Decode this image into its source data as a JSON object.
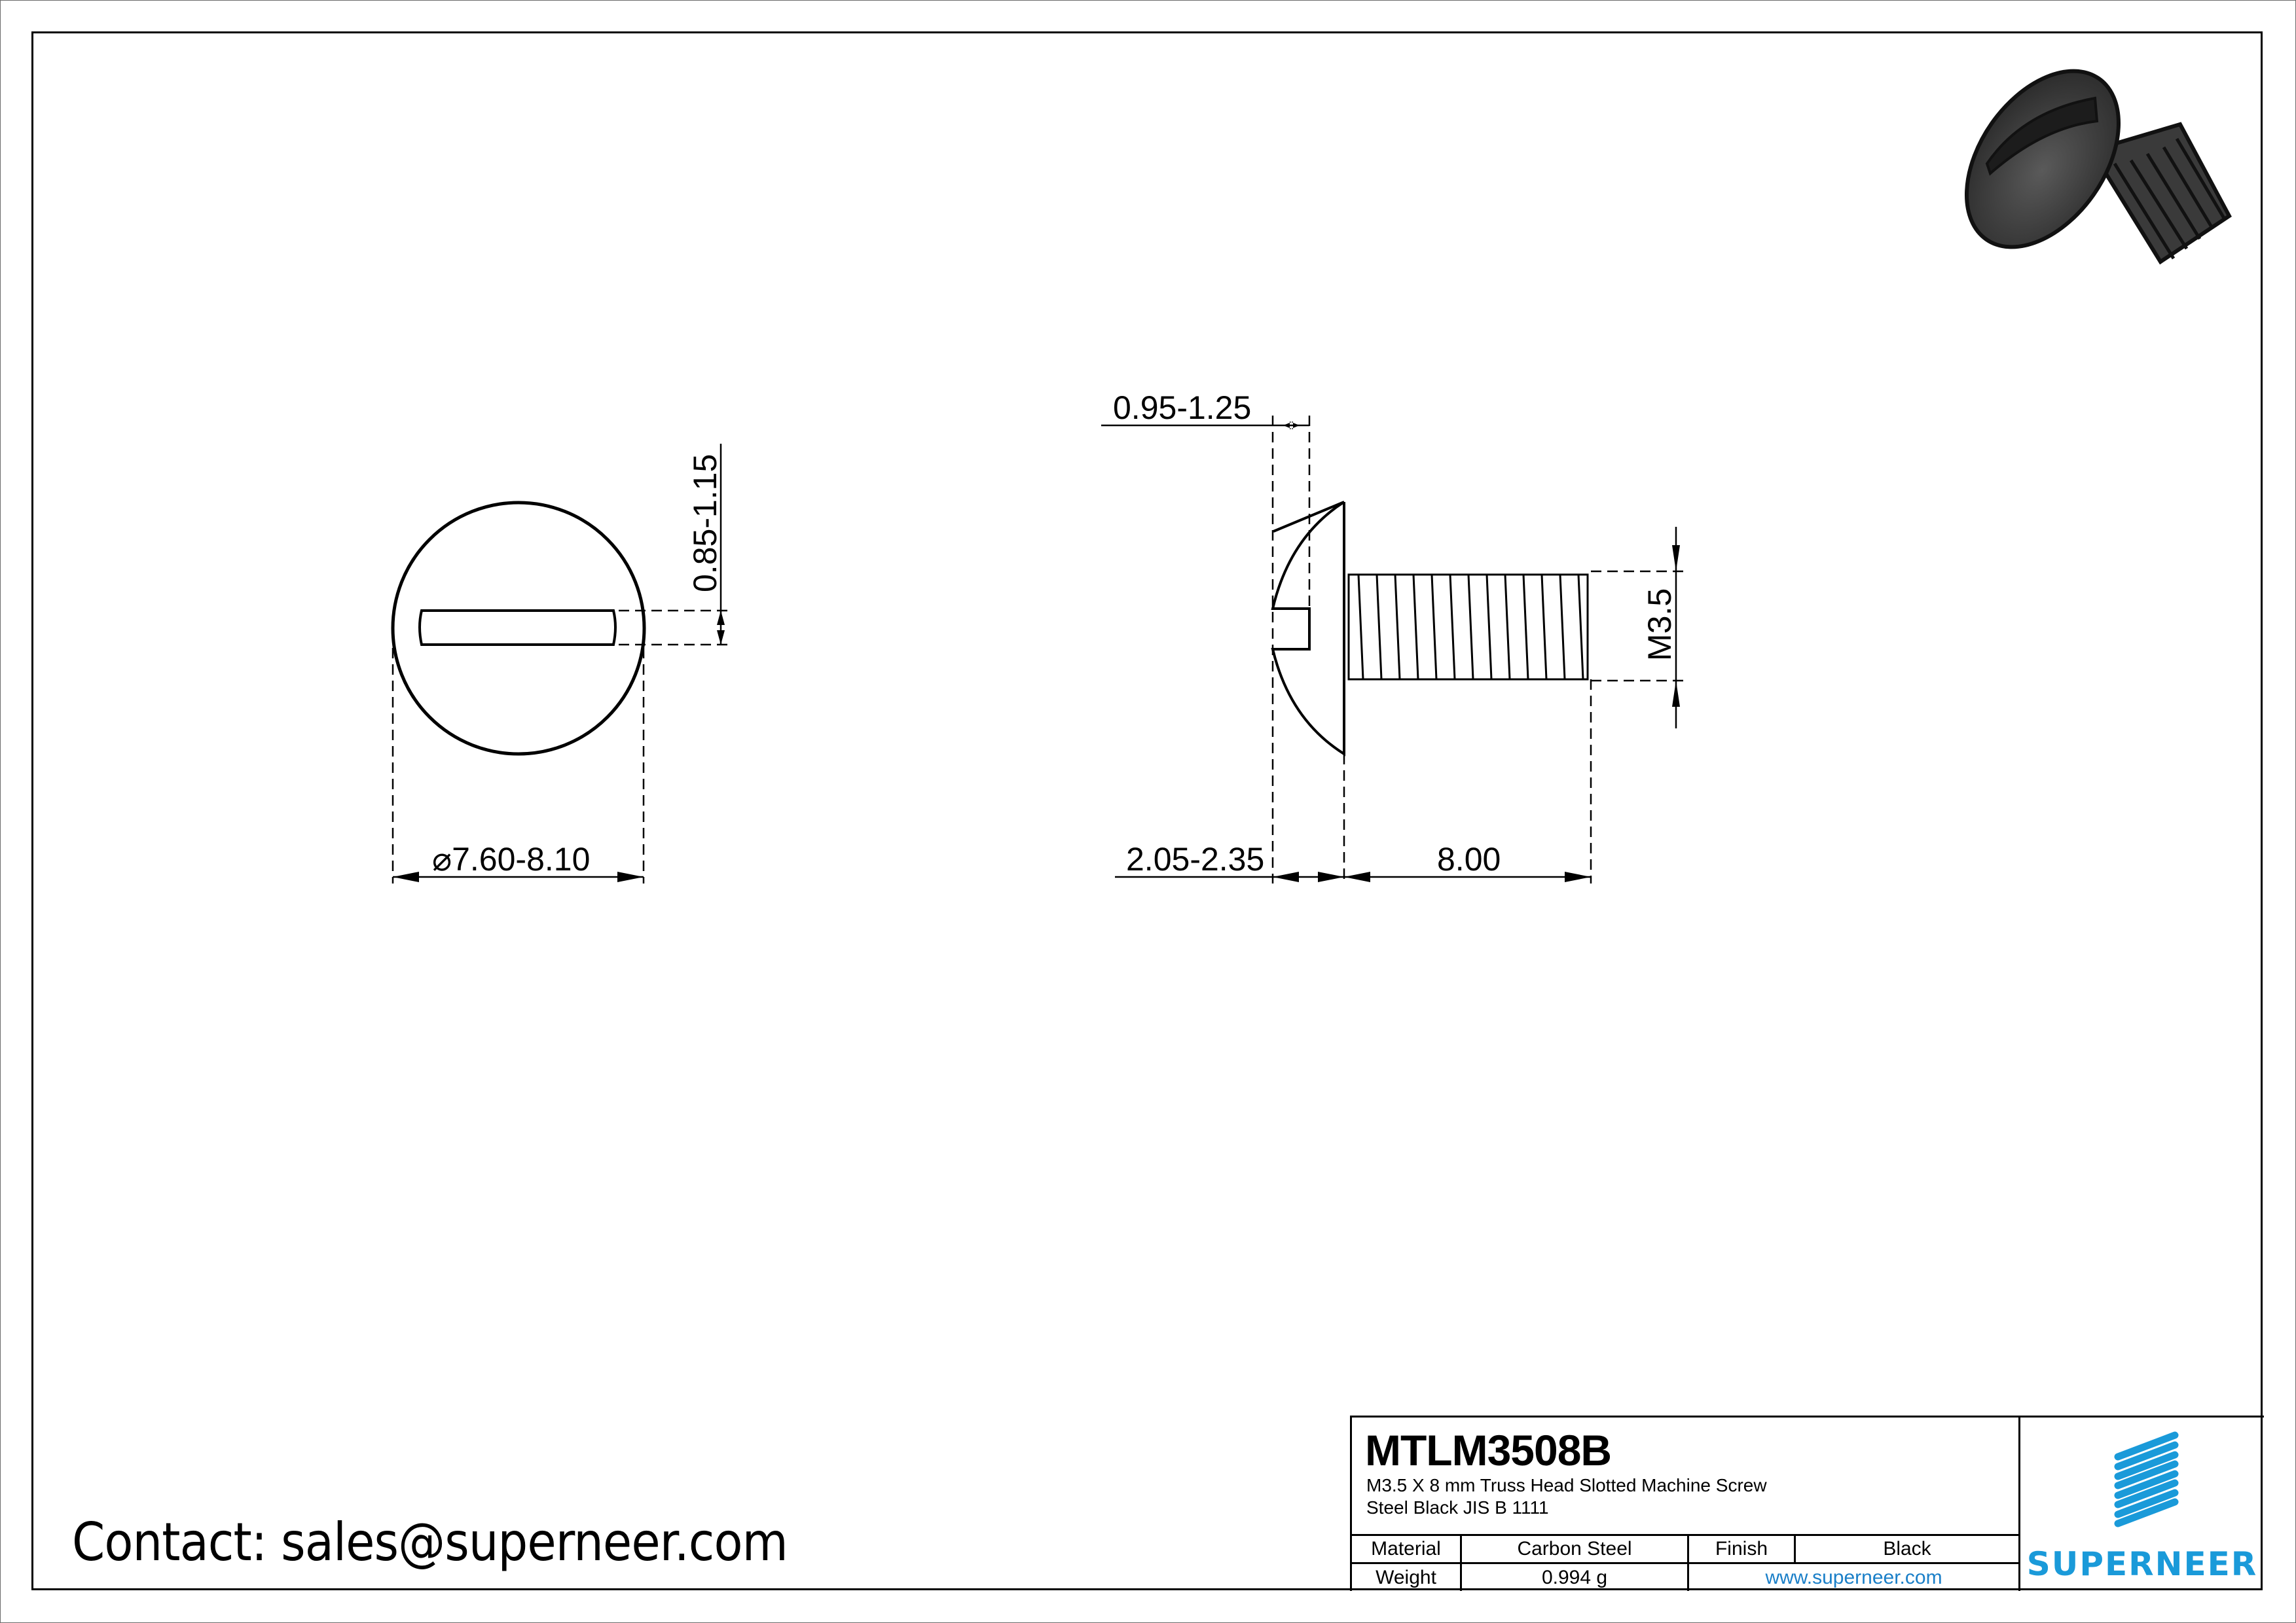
{
  "drawing": {
    "top_view": {
      "diameter_label": "7.60-8.10",
      "diameter_symbol": "⌀",
      "slot_width_label": "0.85-1.15"
    },
    "side_view": {
      "slot_depth_label": "0.95-1.25",
      "head_height_label": "2.05-2.35",
      "length_label": "8.00",
      "thread_label": "M3.5"
    },
    "render_3d": "screw-3d-render"
  },
  "title_block": {
    "part_number": "MTLM3508B",
    "description_line1": "M3.5 X 8 mm  Truss Head Slotted Machine Screw",
    "description_line2": "Steel Black JIS B 1111",
    "rows": [
      {
        "label1": "Material",
        "value1": "Carbon Steel",
        "label2": "Finish",
        "value2": "Black"
      },
      {
        "label1": "Weight",
        "value1": "0.994 g",
        "website": "www.superneer.com"
      }
    ],
    "logo": {
      "brand": "SUPERNEER",
      "color": "#1a9ad9"
    }
  },
  "contact": {
    "text": "Contact: sales@superneer.com"
  }
}
